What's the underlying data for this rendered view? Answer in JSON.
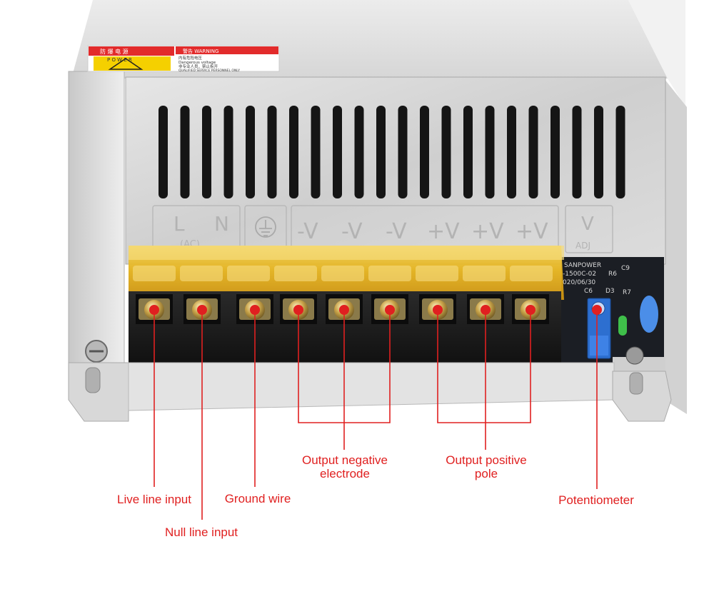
{
  "device": {
    "label_left": "防 爆 电 源",
    "label_power": "P O W E R",
    "label_warning_header": "警告 WARNING",
    "label_warning_lines": [
      "内有危险电压",
      "Dangerous voltage",
      "非专业人员，禁止拆开",
      "QUALIFIED SERVICE PERSONNEL ONLY"
    ],
    "terminal_marks": [
      "L",
      "N",
      "(AC)",
      "-V",
      "-V",
      "-V",
      "+V",
      "+V",
      "+V",
      "V",
      "ADJ"
    ],
    "pcb_text": [
      "SANPOWER",
      "-1500C-02",
      "020/06/30",
      "R6",
      "C9",
      "C6",
      "D3",
      "R7"
    ]
  },
  "callouts": {
    "live_line_input": "Live line input",
    "null_line_input": "Null line input",
    "ground_wire": "Ground wire",
    "output_negative_line1": "Output negative",
    "output_negative_line2": "electrode",
    "output_positive_line1": "Output positive",
    "output_positive_line2": "pole",
    "potentiometer": "Potentiometer"
  },
  "colors": {
    "callout": "#e02020",
    "terminal_cover": "#e8b520",
    "chassis": "#d9d9d9",
    "terminal_block": "#1e1e1e"
  }
}
